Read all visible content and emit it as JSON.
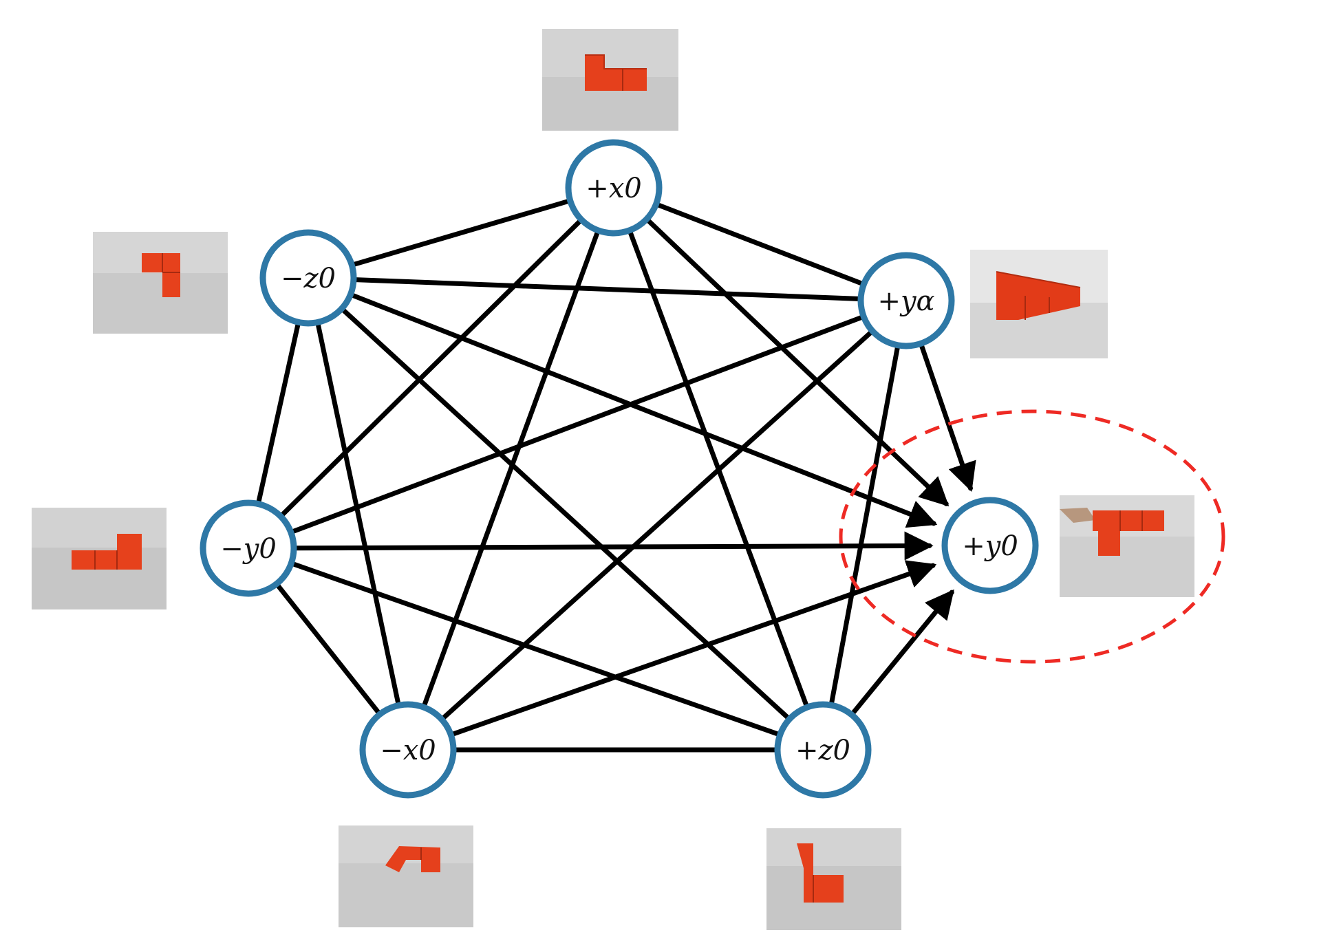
{
  "colors": {
    "node_ring": "#2e78a6",
    "edge": "#000000",
    "highlight": "#ee2a24",
    "block": "#e8401c",
    "photo_bg": "#c9c9c9"
  },
  "nodes": [
    {
      "id": "px0",
      "label": "+x0"
    },
    {
      "id": "mz0",
      "label": "−z0"
    },
    {
      "id": "pya",
      "label": "+yα"
    },
    {
      "id": "my0",
      "label": "−y0"
    },
    {
      "id": "py0",
      "label": "+y0"
    },
    {
      "id": "mx0",
      "label": "−x0"
    },
    {
      "id": "pz0",
      "label": "+z0"
    }
  ],
  "edges": [
    {
      "from": "px0",
      "to": "mz0",
      "arrow": false
    },
    {
      "from": "px0",
      "to": "pya",
      "arrow": false
    },
    {
      "from": "px0",
      "to": "my0",
      "arrow": false
    },
    {
      "from": "px0",
      "to": "mx0",
      "arrow": false
    },
    {
      "from": "px0",
      "to": "pz0",
      "arrow": false
    },
    {
      "from": "mz0",
      "to": "pya",
      "arrow": false
    },
    {
      "from": "mz0",
      "to": "my0",
      "arrow": false
    },
    {
      "from": "mz0",
      "to": "mx0",
      "arrow": false
    },
    {
      "from": "mz0",
      "to": "pz0",
      "arrow": false
    },
    {
      "from": "pya",
      "to": "my0",
      "arrow": false
    },
    {
      "from": "pya",
      "to": "mx0",
      "arrow": false
    },
    {
      "from": "pya",
      "to": "pz0",
      "arrow": false
    },
    {
      "from": "my0",
      "to": "mx0",
      "arrow": false
    },
    {
      "from": "my0",
      "to": "pz0",
      "arrow": false
    },
    {
      "from": "mx0",
      "to": "pz0",
      "arrow": false
    },
    {
      "from": "px0",
      "to": "py0",
      "arrow": true
    },
    {
      "from": "mz0",
      "to": "py0",
      "arrow": true
    },
    {
      "from": "pya",
      "to": "py0",
      "arrow": true
    },
    {
      "from": "my0",
      "to": "py0",
      "arrow": true
    },
    {
      "from": "mx0",
      "to": "py0",
      "arrow": true
    },
    {
      "from": "pz0",
      "to": "py0",
      "arrow": true
    }
  ],
  "highlight": {
    "target": "py0",
    "style": "dashed-ellipse"
  },
  "photos": [
    {
      "node": "px0",
      "shape": "L-block lying flat"
    },
    {
      "node": "mz0",
      "shape": "L-block standing vertical"
    },
    {
      "node": "pya",
      "shape": "L-block tilted on edge"
    },
    {
      "node": "my0",
      "shape": "L-block reversed"
    },
    {
      "node": "py0",
      "shape": "L-block hanging down"
    },
    {
      "node": "mx0",
      "shape": "L-block hooked"
    },
    {
      "node": "pz0",
      "shape": "L-block upright"
    }
  ]
}
